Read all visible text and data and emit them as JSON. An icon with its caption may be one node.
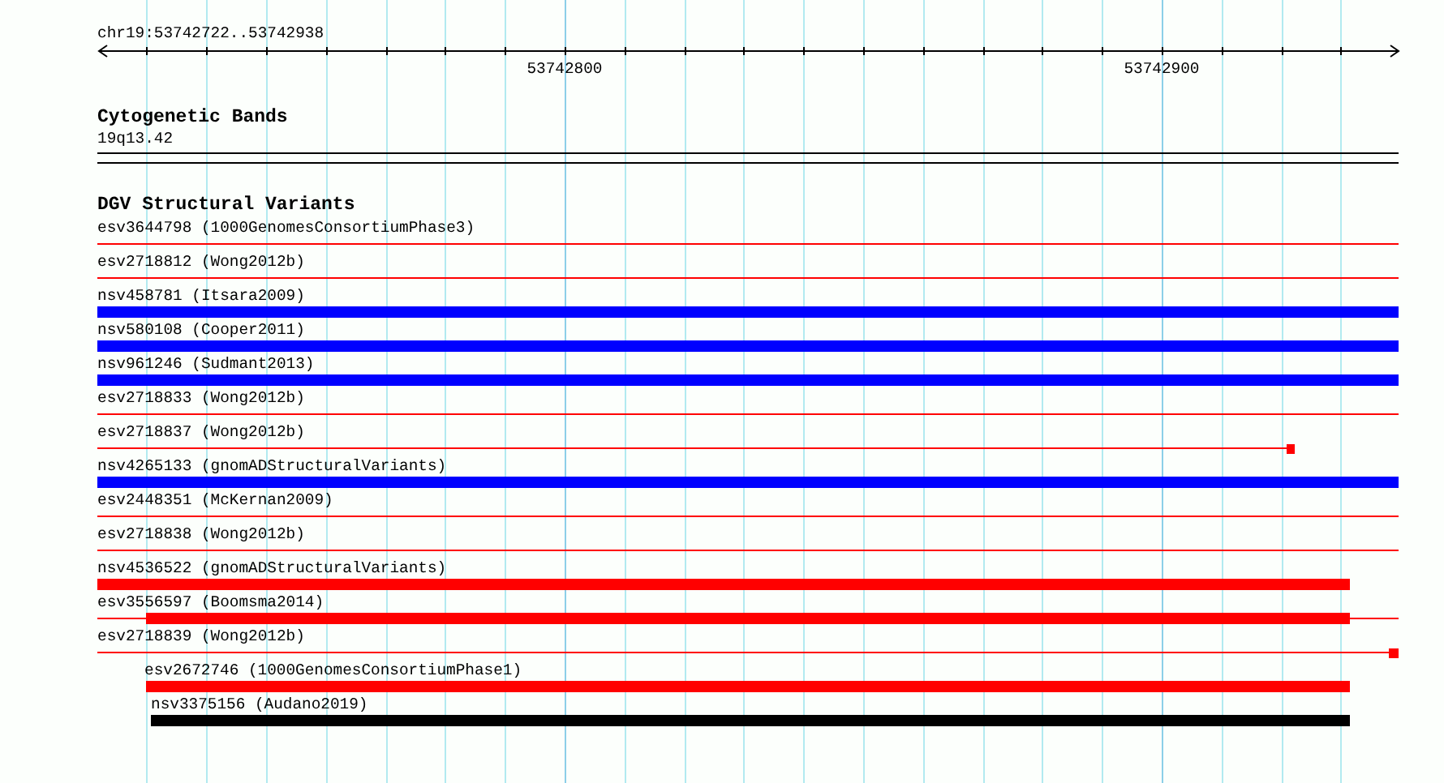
{
  "diagram": {
    "nodes": [
      {
        "text": [
          "19q13.42"
        ]
      },
      {
        "text": [
          "esv3644798 (1000GenomesConsortiumPhase3)"
        ]
      },
      {
        "text": [
          "esv2718812 (Wong2012b)"
        ]
      },
      {
        "text": [
          "nsv458781 (Itsara2009)"
        ]
      },
      {
        "text": [
          "nsv580108 (Cooper2011)"
        ]
      },
      {
        "text": [
          "nsv961246 (Sudmant2013)"
        ]
      },
      {
        "text": [
          "esv2718833 (Wong2012b)"
        ]
      },
      {
        "text": [
          "esv2718837 (Wong2012b)"
        ]
      },
      {
        "text": [
          "nsv4265133 (gnomADStructuralVariants)"
        ]
      },
      {
        "text": [
          "esv2448351 (McKernan2009)"
        ]
      },
      {
        "text": [
          "esv2718838 (Wong2012b)"
        ]
      },
      {
        "text": [
          "nsv4536522 (gnomADStructuralVariants)"
        ]
      },
      {
        "text": [
          "esv3556597 (Boomsma2014)"
        ]
      },
      {
        "text": [
          "esv2718839 (Wong2012b)"
        ]
      },
      {
        "text": [
          "esv2672746 (1000GenomesConsortiumPhase1)"
        ]
      },
      {
        "text": [
          "nsv3375156 (Audano2019)"
        ]
      }
    ],
    "labels": [
      "chr19:53742722..53742938",
      "53742800",
      "53742900",
      "Cytogenetic Bands",
      "DGV Structural Variants"
    ]
  }
}
